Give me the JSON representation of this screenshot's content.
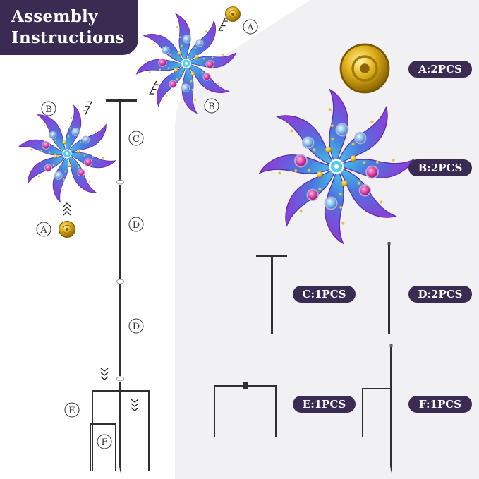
{
  "title": {
    "line1": "Assembly",
    "line2": "Instructions"
  },
  "callouts": {
    "a": "A",
    "b": "B",
    "c": "C",
    "d": "D",
    "e": "E",
    "f": "F"
  },
  "parts": [
    {
      "id": "A",
      "label": "A:2PCS"
    },
    {
      "id": "B",
      "label": "B:2PCS"
    },
    {
      "id": "C",
      "label": "C:1PCS"
    },
    {
      "id": "D",
      "label": "D:2PCS"
    },
    {
      "id": "E",
      "label": "E:1PCS"
    },
    {
      "id": "F",
      "label": "F:1PCS"
    }
  ],
  "colors": {
    "title_bg": "#3a2b53",
    "panel_bg": "#f1f0f2",
    "petal_purple": "#7a3fd0",
    "petal_blue": "#3f8ee0",
    "gold": "#d4a516",
    "pink_gem": "#d0319a",
    "pole": "#2f2f2f"
  }
}
